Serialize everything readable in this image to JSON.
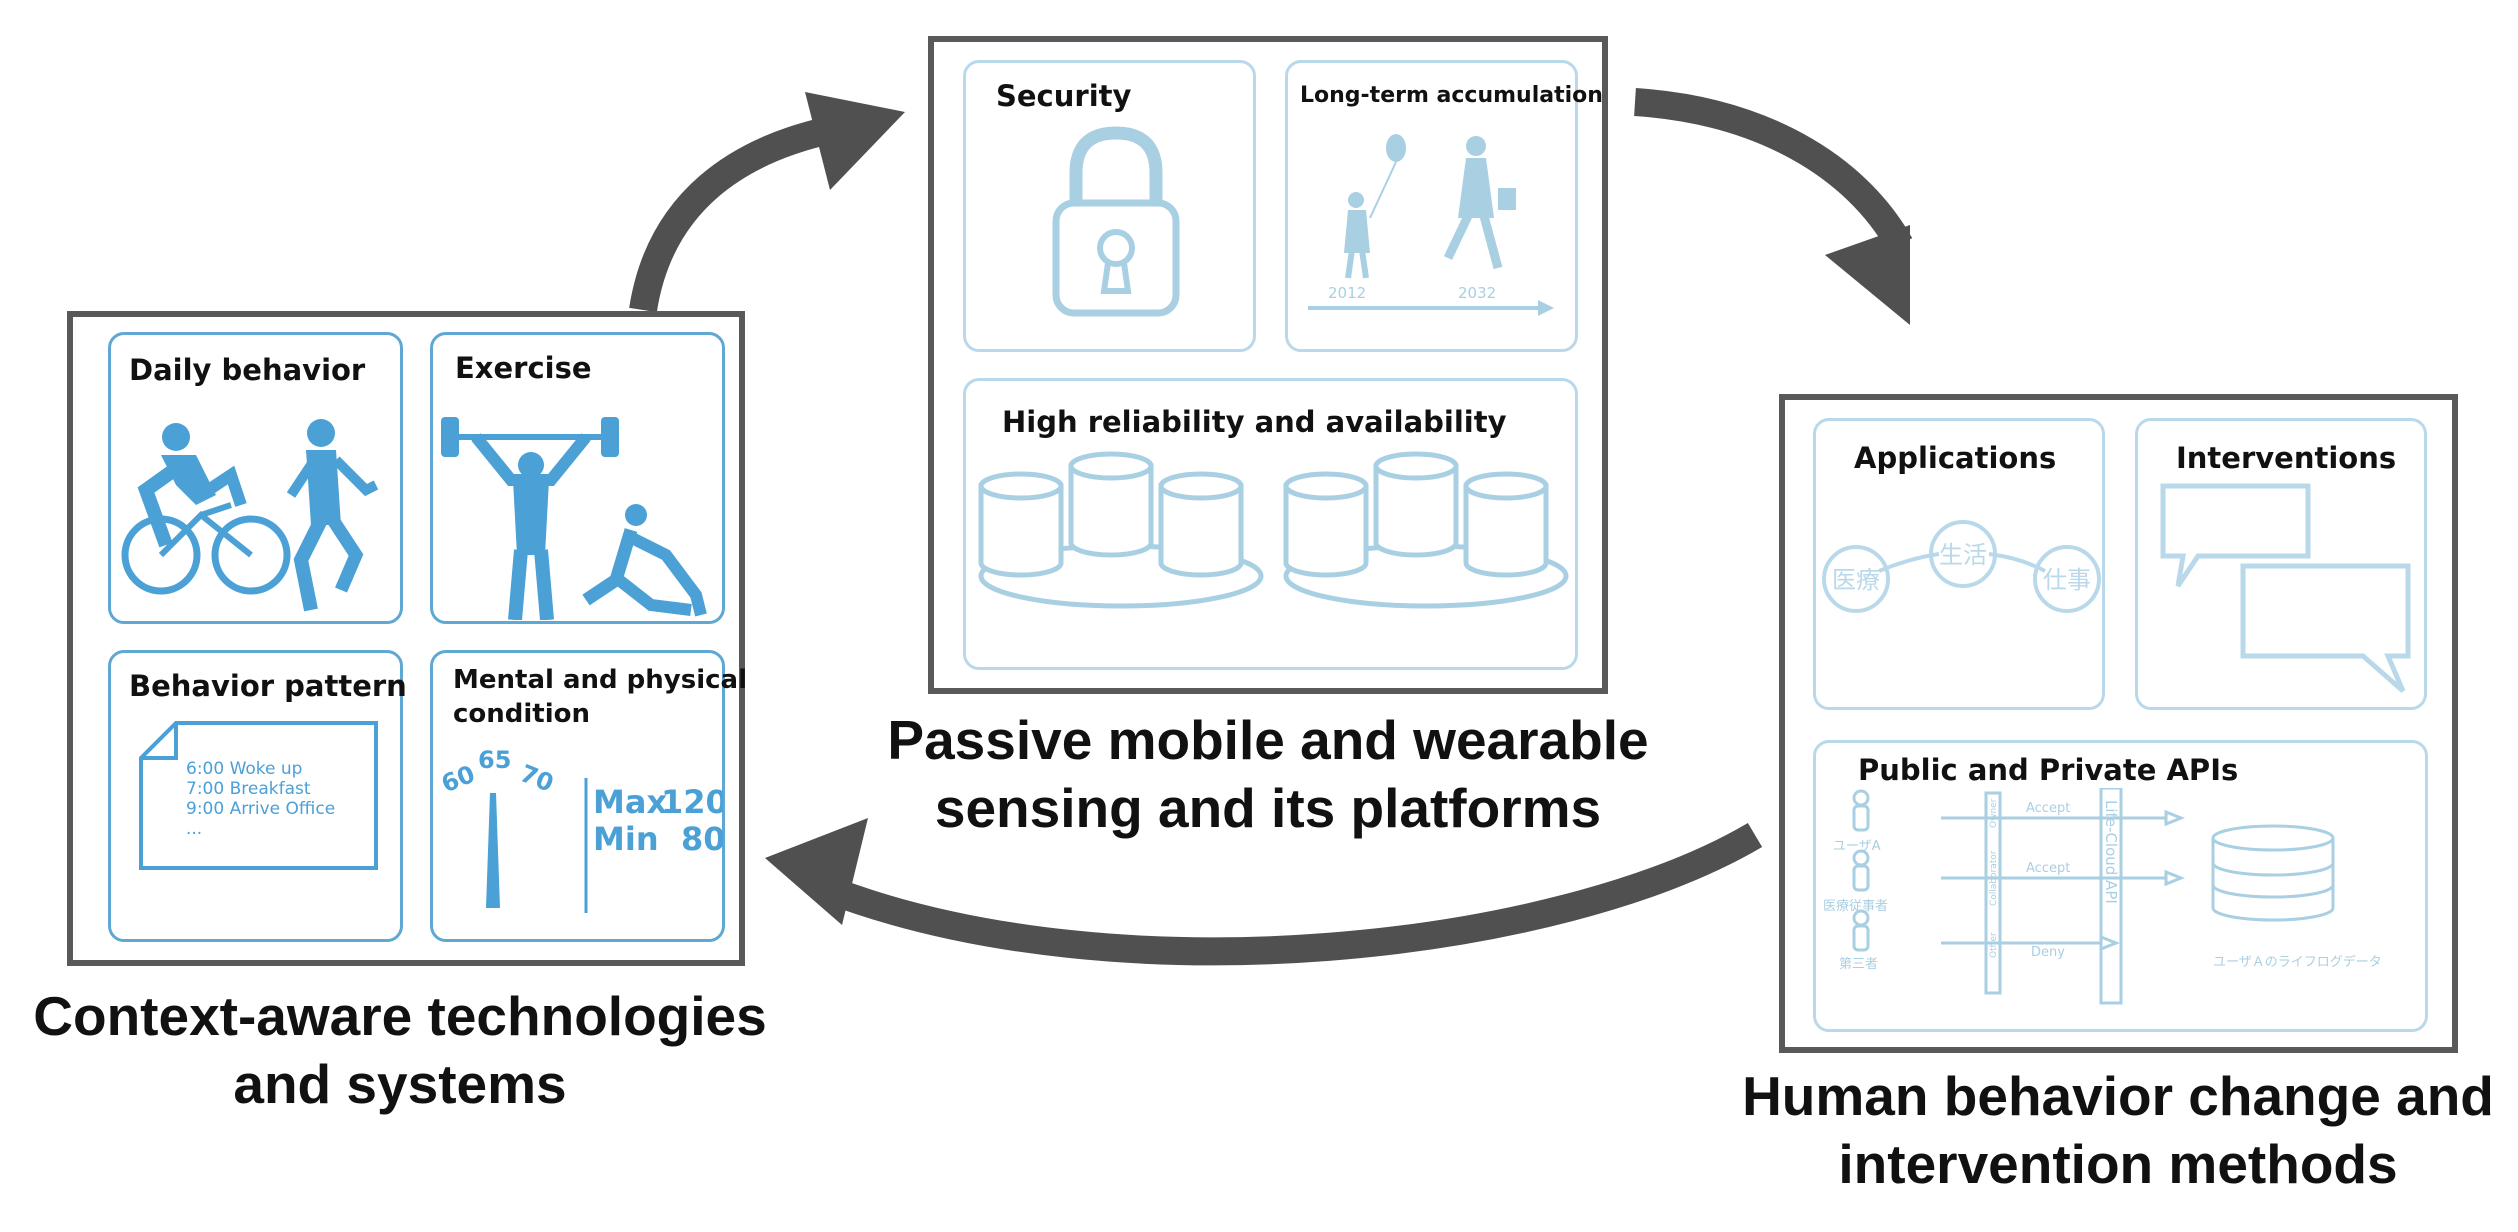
{
  "colors": {
    "frame": "#595959",
    "arrow": "#505050",
    "icon_blue": "#4ba0d6",
    "pale_blue": "#a9cfe3",
    "panel_border": "#b9d9ea"
  },
  "left": {
    "caption_line1": "Context-aware technologies",
    "caption_line2": "and systems",
    "panels": {
      "daily": "Daily behavior",
      "exercise": "Exercise",
      "pattern": "Behavior pattern",
      "mental_line1": "Mental and physical",
      "mental_line2": "condition"
    },
    "schedule": [
      "6:00  Woke up",
      "7:00  Breakfast",
      "9:00  Arrive Office",
      "..."
    ],
    "gauge": {
      "t60": "60",
      "t65": "65",
      "t70": "70"
    },
    "bp": {
      "max_label": "Max",
      "max_value": "120",
      "min_label": "Min",
      "min_value": "80"
    }
  },
  "center": {
    "caption_line1": "Passive mobile and wearable",
    "caption_line2": "sensing and its platforms",
    "panels": {
      "security": "Security",
      "longterm": "Long-term accumulation",
      "reliability": "High reliability and availability"
    },
    "years": [
      "2012",
      "2032"
    ]
  },
  "right": {
    "caption_line1": "Human behavior change and",
    "caption_line2": "intervention methods",
    "panels": {
      "applications": "Applications",
      "interventions": "Interventions",
      "apis": "Public and Private APIs"
    },
    "app_nodes": [
      "医療",
      "生活",
      "仕事"
    ],
    "api": {
      "actors": [
        "ユーザA",
        "医療従事者",
        "第三者"
      ],
      "roles": [
        "Owner",
        "Collaborator",
        "Other"
      ],
      "results": [
        "Accept",
        "Accept",
        "Deny"
      ],
      "gateway": "Life-Cloud API",
      "db_label": "ユーザＡのライフログデータ"
    }
  }
}
